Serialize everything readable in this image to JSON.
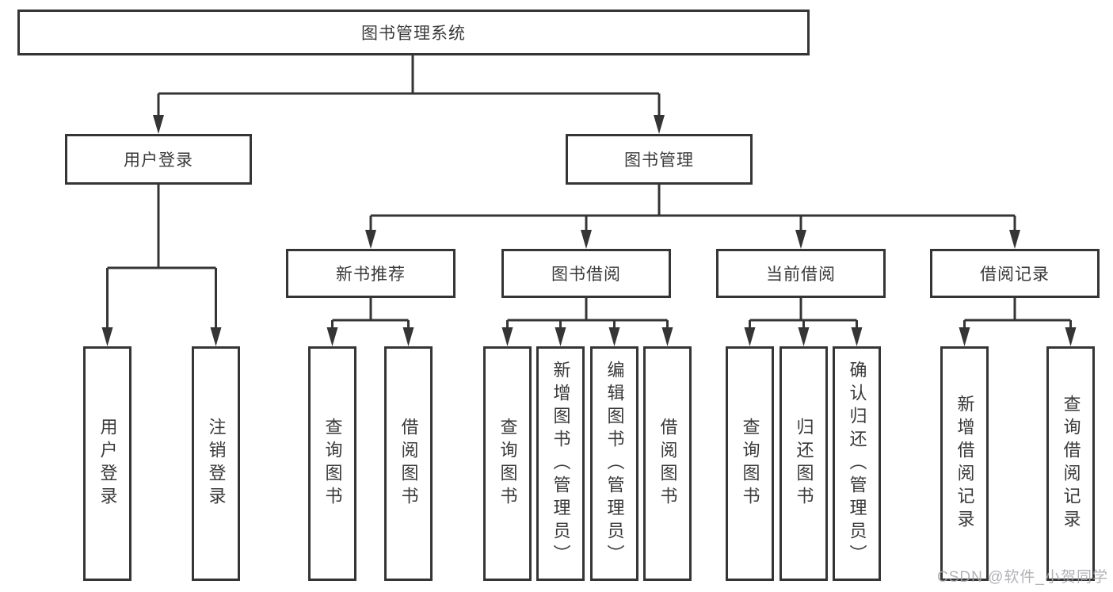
{
  "diagram": {
    "root": {
      "label": "图书管理系统"
    },
    "level2": [
      {
        "label": "用户登录"
      },
      {
        "label": "图书管理"
      }
    ],
    "level3": [
      {
        "label": "新书推荐"
      },
      {
        "label": "图书借阅"
      },
      {
        "label": "当前借阅"
      },
      {
        "label": "借阅记录"
      }
    ],
    "leaves": {
      "user_login": [
        {
          "label": "用户登录"
        },
        {
          "label": "注销登录"
        }
      ],
      "new_book_recommend": [
        {
          "label": "查询图书"
        },
        {
          "label": "借阅图书"
        }
      ],
      "book_borrow": [
        {
          "label": "查询图书"
        },
        {
          "label": "新增图书（管理员）"
        },
        {
          "label": "编辑图书（管理员）"
        },
        {
          "label": "借阅图书"
        }
      ],
      "current_borrow": [
        {
          "label": "查询图书"
        },
        {
          "label": "归还图书"
        },
        {
          "label": "确认归还（管理员）"
        }
      ],
      "borrow_records": [
        {
          "label": "新增借阅记录"
        },
        {
          "label": "查询借阅记录"
        }
      ]
    },
    "colors": {
      "line": "#353535",
      "box_border": "#353535",
      "text": "#3a3a3a",
      "watermark": "#a5a5aa"
    },
    "watermark": "CSDN @软件_小贺同学"
  }
}
